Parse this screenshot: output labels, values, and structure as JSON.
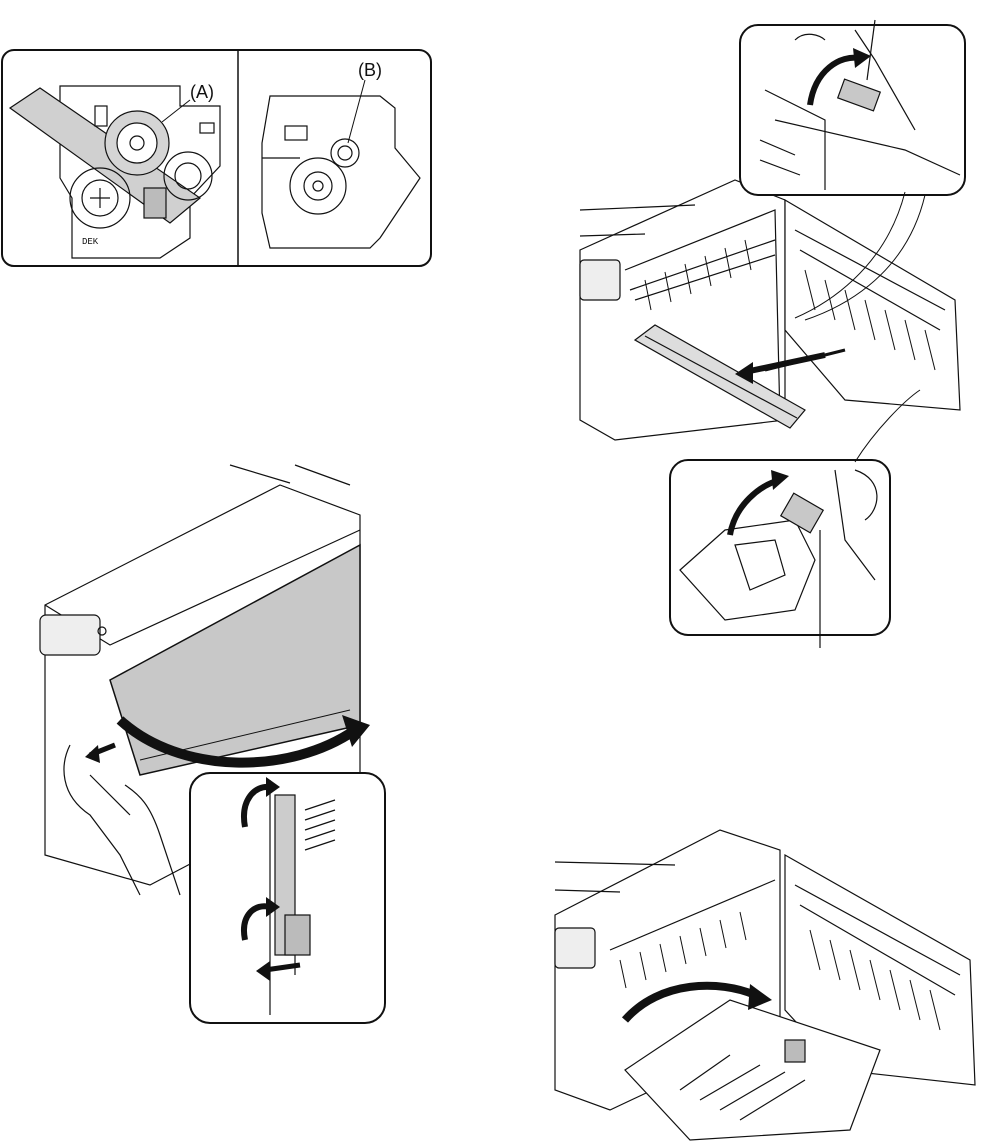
{
  "page": {
    "title": ""
  },
  "figures": {
    "gear_panel": {
      "label_a": "(A)",
      "label_b": "(B)",
      "gear_text": "DEK"
    },
    "front_cover": {},
    "roller_removal": {},
    "tray_open": {}
  },
  "colors": {
    "line": "#111111",
    "shade": "#c8c8c8",
    "panel_bg": "#ffffff"
  }
}
